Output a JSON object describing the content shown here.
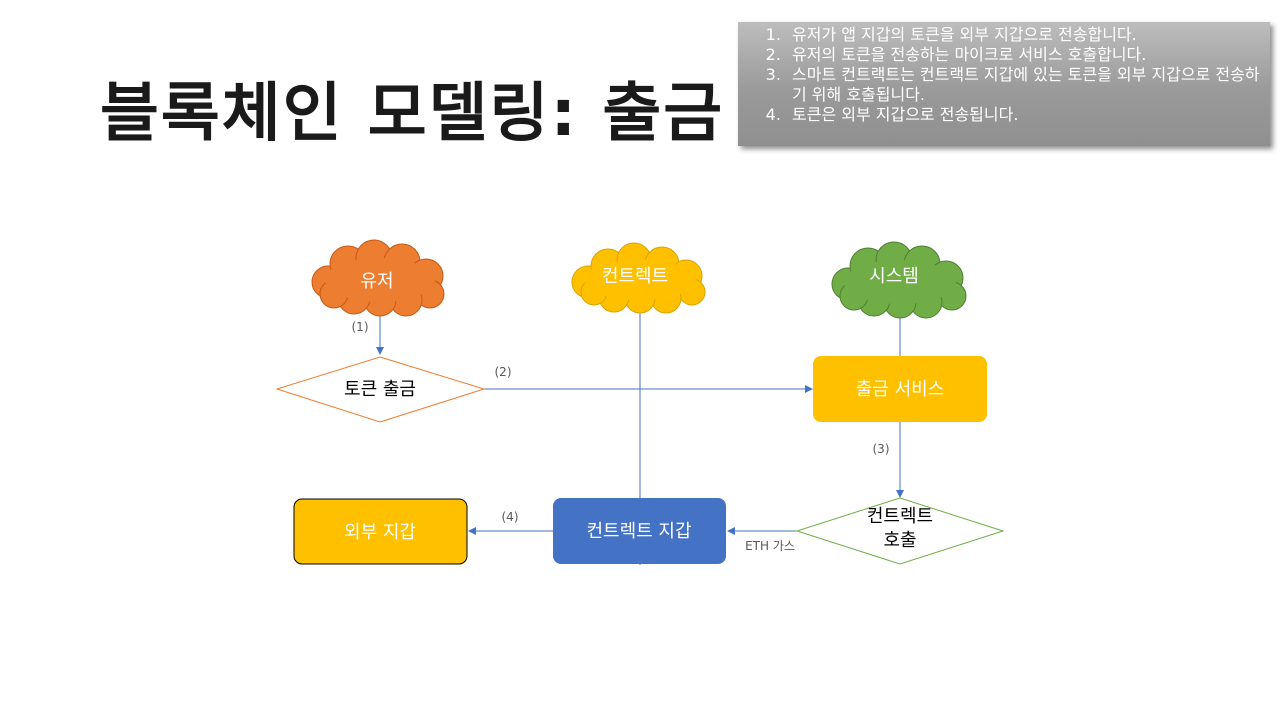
{
  "title": "블록체인 모델링: 출금",
  "steps": [
    "유저가 앱 지갑의 토큰을 외부 지갑으로 전송합니다.",
    "유저의 토큰을 전송하는 마이크로 서비스 호출합니다.",
    "스마트 컨트랙트는 컨트랙트 지갑에 있는 토큰을 외부 지갑으로 전송하기 위해 호출됩니다.",
    "토큰은 외부 지갑으로 전송됩니다."
  ],
  "nodes": {
    "user": {
      "label": "유저",
      "color": "#ed7d31"
    },
    "contract": {
      "label": "컨트렉트",
      "color": "#ffc000"
    },
    "system": {
      "label": "시스템",
      "color": "#70ad47"
    },
    "token_withdraw": {
      "label": "토큰 출금",
      "color": "#ed7d31"
    },
    "withdraw_service": {
      "label": "출금 서비스",
      "color": "#ffc000"
    },
    "external_wallet": {
      "label": "외부 지갑",
      "color": "#ffc000"
    },
    "contract_wallet": {
      "label": "컨트렉트 지갑",
      "color": "#4472c4"
    },
    "contract_call": {
      "line1": "컨트렉트",
      "line2": "호출",
      "color": "#70ad47"
    }
  },
  "edge_labels": {
    "step1": "(1)",
    "step2": "(2)",
    "step3": "(3)",
    "step4": "(4)",
    "gas": "ETH 가스"
  },
  "colors": {
    "arrow": "#4472c4",
    "label": "#595959"
  }
}
